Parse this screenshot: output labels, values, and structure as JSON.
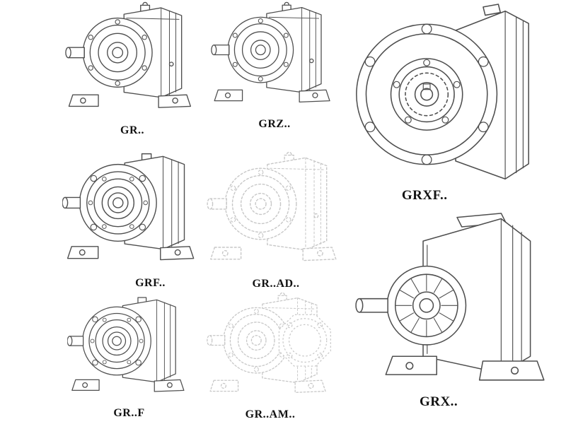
{
  "colors": {
    "line_solid": "#4f4f4f",
    "line_ghost": "#c7c7c7",
    "background": "#ffffff",
    "label_text": "#121212"
  },
  "figures": [
    {
      "label": "GR.."
    },
    {
      "label": "GRZ.."
    },
    {
      "label": "GRXF.."
    },
    {
      "label": "GRF.."
    },
    {
      "label": "GR..AD.."
    },
    {
      "label": "GR..F"
    },
    {
      "label": "GR..AM.."
    },
    {
      "label": "GRX.."
    }
  ]
}
